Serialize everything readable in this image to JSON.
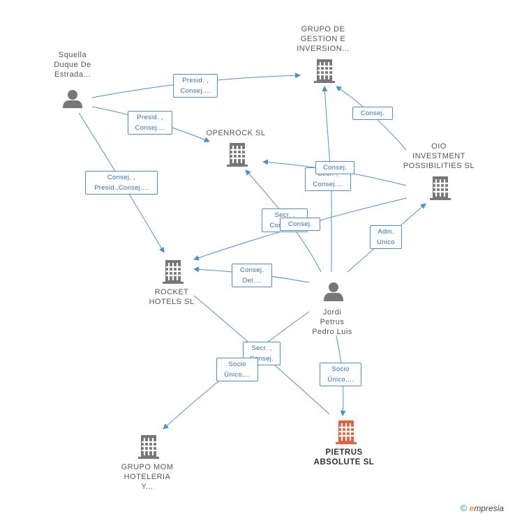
{
  "nodes": {
    "squella": {
      "label": "Squella\nDuque De\nEstrada...",
      "type": "person-icon"
    },
    "grupo_gestion": {
      "label": "GRUPO DE\nGESTION E\nINVERSION...",
      "type": "building-icon"
    },
    "openrock": {
      "label": "OPENROCK SL",
      "type": "building-icon"
    },
    "oio": {
      "label": "OIO\nINVESTMENT\nPOSSIBILITIES SL",
      "type": "building-icon"
    },
    "rocket": {
      "label": "ROCKET\nHOTELS  SL",
      "type": "building-icon"
    },
    "jordi": {
      "label": "Jordi\nPetrus\nPedro Luis",
      "type": "person-icon"
    },
    "grupo_mom": {
      "label": "GRUPO MOM\nHOTELERIA\nY...",
      "type": "building-icon"
    },
    "pietrus": {
      "label": "PIETRUS\nABSOLUTE  SL",
      "type": "building-icon",
      "color": "#e8613a"
    }
  },
  "edges": [
    {
      "id": "e1",
      "label": "Presid. ,\nConsej...."
    },
    {
      "id": "e2",
      "label": "Presid. ,\nConsej...."
    },
    {
      "id": "e3",
      "label": "Consej. ,\nPresid.,Consej...."
    },
    {
      "id": "e4",
      "label": "Consej."
    },
    {
      "id": "e5",
      "label": "Consej."
    },
    {
      "id": "e6",
      "label": "Secr. ,\nConsej...."
    },
    {
      "id": "e7",
      "label": "Secr. ,\nConsej...."
    },
    {
      "id": "e8",
      "label": "Consej."
    },
    {
      "id": "e9",
      "label": "Adm.\nUnico"
    },
    {
      "id": "e10",
      "label": "Consej.\nDel...."
    },
    {
      "id": "e11",
      "label": "Secr. ,\nConsej."
    },
    {
      "id": "e12",
      "label": "Socio\nÚnico,..."
    },
    {
      "id": "e13",
      "label": "Socio\nÚnico,..."
    }
  ],
  "colors": {
    "edge": "#4a90d9",
    "node": "#777777",
    "highlight": "#e8613a"
  },
  "footer": {
    "copyright": "©",
    "brand_e": "e",
    "brand_rest": "mpresia"
  }
}
